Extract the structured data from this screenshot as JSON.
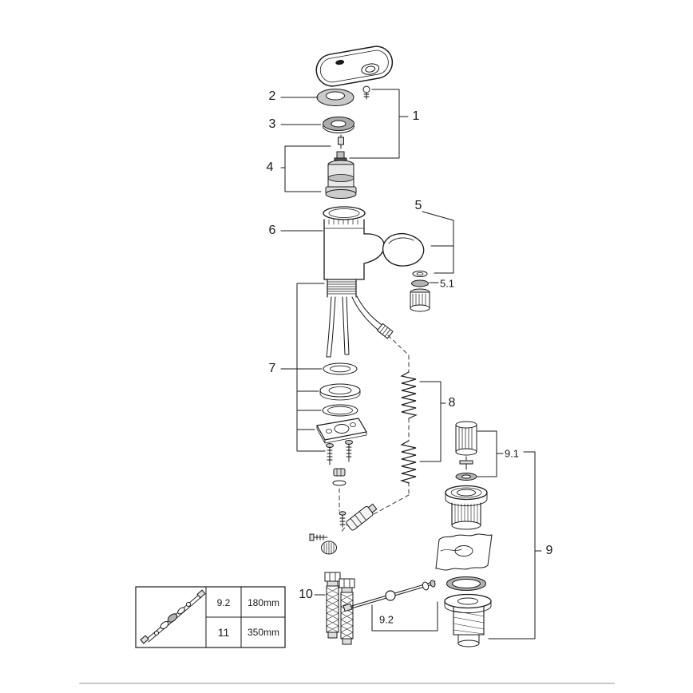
{
  "diagram": {
    "type": "exploded-parts-diagram",
    "subject": "single-lever basin mixer faucet with pop-up waste"
  },
  "colors": {
    "line": "#1a1a1a",
    "shade_light": "#d9d9d9",
    "shade_mid": "#b3b3b3",
    "footer_divider": "#c8c8c8"
  },
  "part_labels": {
    "p1": "1",
    "p2": "2",
    "p3": "3",
    "p4": "4",
    "p5": "5",
    "p5_1": "5.1",
    "p6": "6",
    "p7": "7",
    "p8": "8",
    "p9": "9",
    "p9_1": "9.1",
    "p9_2": "9.2",
    "p10": "10"
  },
  "size_table": {
    "rows": [
      {
        "part": "9.2",
        "length": "180mm"
      },
      {
        "part": "11",
        "length": "350mm"
      }
    ]
  }
}
